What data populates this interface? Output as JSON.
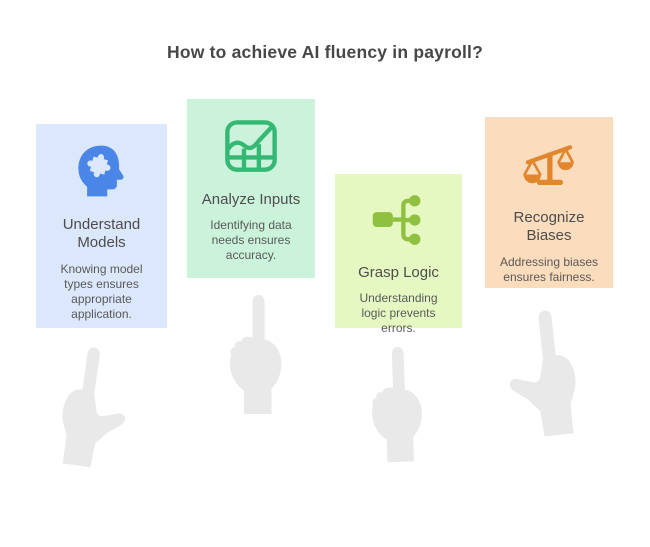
{
  "page": {
    "title": "How to achieve AI fluency in payroll?",
    "background": "#ffffff"
  },
  "cards": [
    {
      "id": "understand-models",
      "title": "Understand Models",
      "body": "Knowing model types ensures appropriate application.",
      "background": "#dbe7fa",
      "icon": "head-puzzle-icon",
      "icon_color": "#4a86e8"
    },
    {
      "id": "analyze-inputs",
      "title": "Analyze Inputs",
      "body": "Identifying data needs ensures accuracy.",
      "background": "#cbf3db",
      "icon": "chart-grid-icon",
      "icon_color": "#34b873"
    },
    {
      "id": "grasp-logic",
      "title": "Grasp Logic",
      "body": "Understanding logic prevents errors.",
      "background": "#e6f8c2",
      "icon": "flowchart-icon",
      "icon_color": "#8fc03f"
    },
    {
      "id": "recognize-biases",
      "title": "Recognize Biases",
      "body": "Addressing biases ensures fairness.",
      "background": "#fbdcbc",
      "icon": "balance-scale-icon",
      "icon_color": "#e0862d"
    }
  ],
  "decorations": {
    "hand_color": "#e9e9e9"
  }
}
